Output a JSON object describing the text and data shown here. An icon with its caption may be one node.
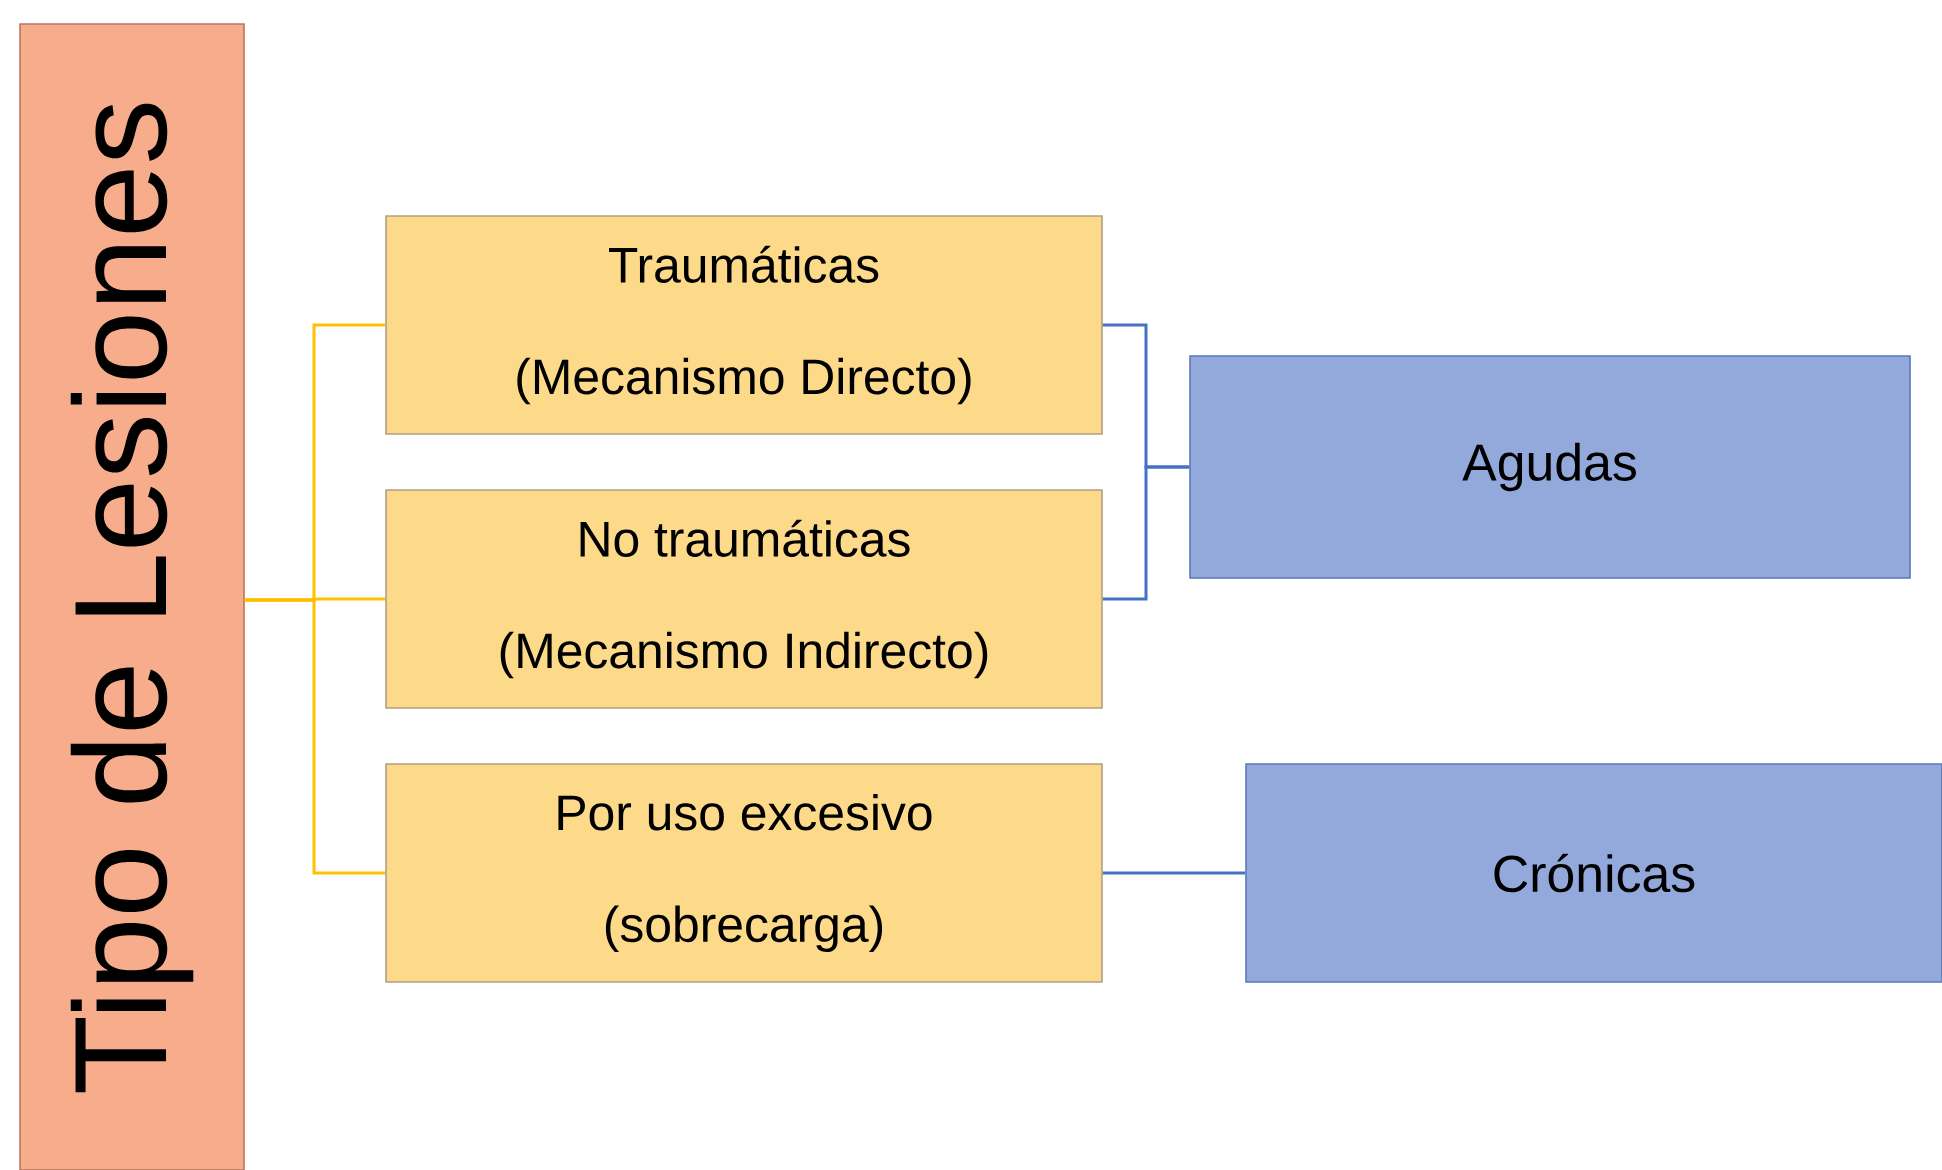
{
  "diagram": {
    "nodes": [
      {
        "text": [
          "Tipo de Lesiones"
        ]
      },
      {
        "text": [
          "Traumáticas",
          "(Mecanismo Directo)"
        ]
      },
      {
        "text": [
          "No traumáticas",
          "(Mecanismo Indirecto)"
        ]
      },
      {
        "text": [
          "Por uso excesivo",
          "(sobrecarga)"
        ]
      },
      {
        "text": [
          "Agudas"
        ]
      },
      {
        "text": [
          "Crónicas"
        ]
      }
    ],
    "edges": [
      {
        "from": 0,
        "to": 1,
        "arrow": "none",
        "color": "#ffc000"
      },
      {
        "from": 0,
        "to": 2,
        "arrow": "none",
        "color": "#ffc000"
      },
      {
        "from": 0,
        "to": 3,
        "arrow": "none",
        "color": "#ffc000"
      },
      {
        "from": 1,
        "to": 4,
        "arrow": "none",
        "color": "#4472c4"
      },
      {
        "from": 2,
        "to": 4,
        "arrow": "none",
        "color": "#4472c4"
      },
      {
        "from": 3,
        "to": 5,
        "arrow": "none",
        "color": "#4472c4"
      }
    ]
  }
}
